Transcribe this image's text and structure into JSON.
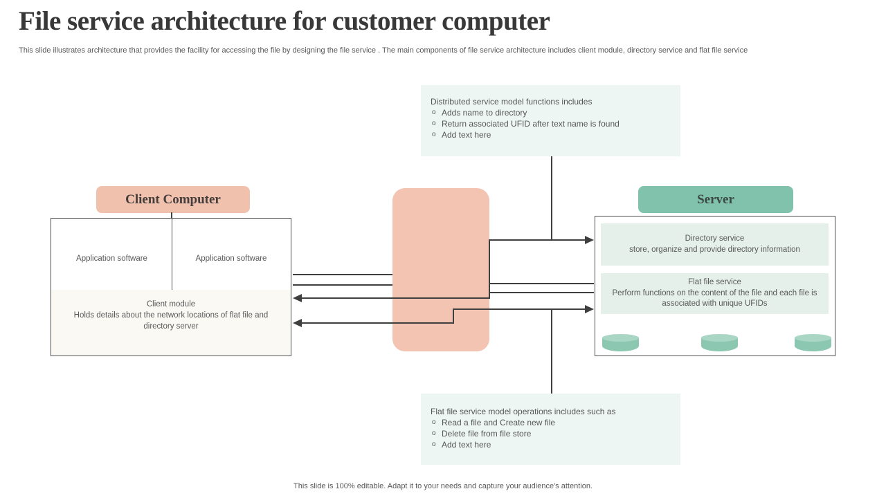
{
  "slide": {
    "title": "File service architecture for customer computer",
    "subtitle": "This slide illustrates architecture that provides the facility for accessing the file by designing the file service . The main components of file service architecture includes client module, directory service and flat file service",
    "footer": "This slide is 100% editable. Adapt it to your needs and capture your audience's attention."
  },
  "top_note": {
    "title": "Distributed service model functions includes",
    "marker": "o",
    "bullets": [
      "Adds name to directory",
      "Return associated UFID after text name is found",
      "Add text here"
    ]
  },
  "bottom_note": {
    "title": "Flat file service model operations includes such as",
    "marker": "o",
    "bullets": [
      "Read a file and Create new file",
      "Delete file from file store",
      "Add text here"
    ]
  },
  "client": {
    "label": "Client Computer",
    "app_software_left": "Application software",
    "app_software_right": "Application software",
    "module_title": "Client module",
    "module_desc": "Holds details about the network locations of flat file and directory server"
  },
  "server": {
    "label": "Server",
    "directory_title": "Directory service",
    "directory_desc": "store, organize and provide directory information",
    "flatfile_title": "Flat file service",
    "flatfile_desc": "Perform functions on the content of the file and each file is  associated with unique UFIDs"
  },
  "colors": {
    "pink_shape": "#f2c4b1",
    "pink_pill": "#f0c2ae",
    "teal_pill": "#80c2ac",
    "mint_note": "#edf6f2",
    "mint_band": "#e5f0eb",
    "cylinder_body": "#8cc7b2",
    "cylinder_top": "#a9d6c5",
    "connector_line": "#3f3f3f",
    "box_border": "#4a4a4a",
    "body_text": "#595959",
    "title_text": "#383838"
  }
}
